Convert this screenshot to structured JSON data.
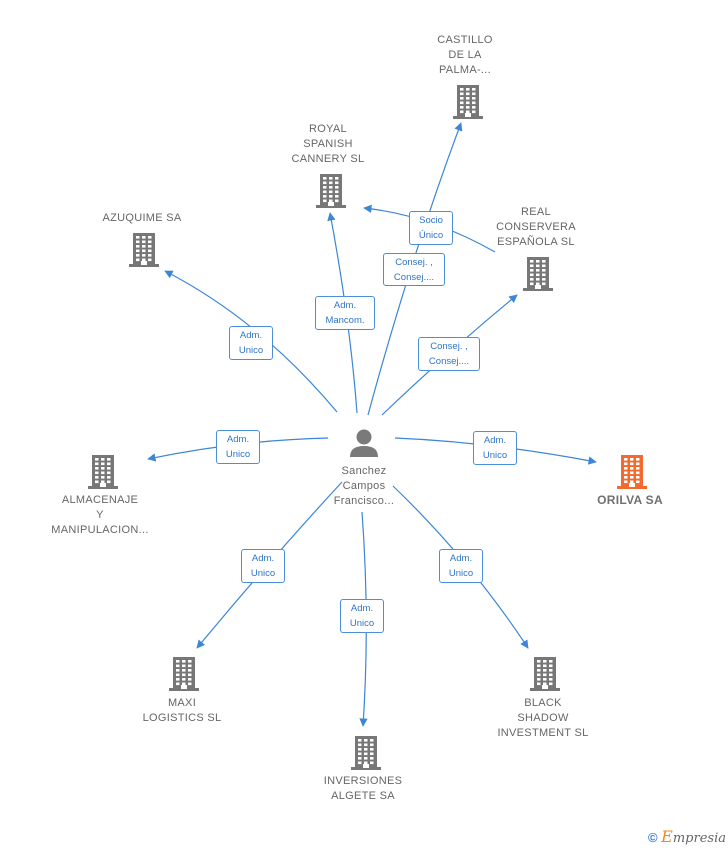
{
  "center": {
    "label": "Sanchez\nCampos\nFrancisco..."
  },
  "companies": [
    {
      "id": "castillo",
      "label": "CASTILLO\nDE LA\nPALMA-..."
    },
    {
      "id": "royal",
      "label": "ROYAL\nSPANISH\nCANNERY SL"
    },
    {
      "id": "azuquime",
      "label": "AZUQUIME SA"
    },
    {
      "id": "real",
      "label": "REAL\nCONSERVERA\nESPAÑOLA SL"
    },
    {
      "id": "almacenaje",
      "label": "ALMACENAJE\nY\nMANIPULACION..."
    },
    {
      "id": "orilva",
      "label": "ORILVA SA",
      "highlight": true
    },
    {
      "id": "maxi",
      "label": "MAXI\nLOGISTICS  SL"
    },
    {
      "id": "inversiones",
      "label": "INVERSIONES\nALGETE SA"
    },
    {
      "id": "black",
      "label": "BLACK\nSHADOW\nINVESTMENT SL"
    }
  ],
  "relations": [
    {
      "id": "r-castillo",
      "label": "Consej. ,\nConsej...."
    },
    {
      "id": "r-royal",
      "label": "Adm.\nMancom."
    },
    {
      "id": "r-azuquime",
      "label": "Adm.\nUnico"
    },
    {
      "id": "r-real",
      "label": "Consej. ,\nConsej...."
    },
    {
      "id": "r-real-royal",
      "label": "Socio\nÚnico"
    },
    {
      "id": "r-almacenaje",
      "label": "Adm.\nUnico"
    },
    {
      "id": "r-orilva",
      "label": "Adm.\nUnico"
    },
    {
      "id": "r-maxi",
      "label": "Adm.\nUnico"
    },
    {
      "id": "r-inversiones",
      "label": "Adm.\nUnico"
    },
    {
      "id": "r-black",
      "label": "Adm.\nUnico"
    }
  ],
  "colors": {
    "edge": "#3b86d6",
    "building": "#777777",
    "building_highlight": "#f26a2e",
    "person": "#7a7a7a"
  },
  "brand": {
    "symbol": "©",
    "first": "E",
    "rest": "mpresia"
  }
}
